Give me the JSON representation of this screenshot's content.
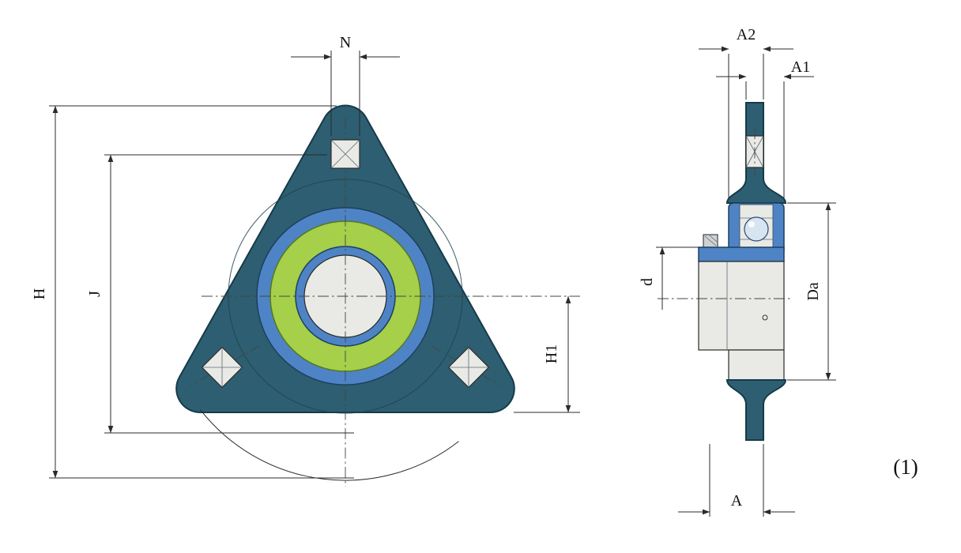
{
  "drawing": {
    "figure_label": "(1)",
    "front_view": {
      "dim_N": "N",
      "dim_H": "H",
      "dim_J": "J",
      "dim_H1": "H1"
    },
    "side_view": {
      "dim_A2": "A2",
      "dim_A1": "A1",
      "dim_d": "d",
      "dim_Da": "Da",
      "dim_A": "A"
    }
  },
  "colors": {
    "housing": "#2e5e71",
    "housing-stroke": "#153b49",
    "ring-blue": "#4e84c5",
    "ring-blue-stroke": "#1d3f5e",
    "ring-green": "#a6cf4a",
    "ring-green-stroke": "#55771f",
    "part-gray": "#e9e9e6",
    "line": "#2b2b2b"
  }
}
